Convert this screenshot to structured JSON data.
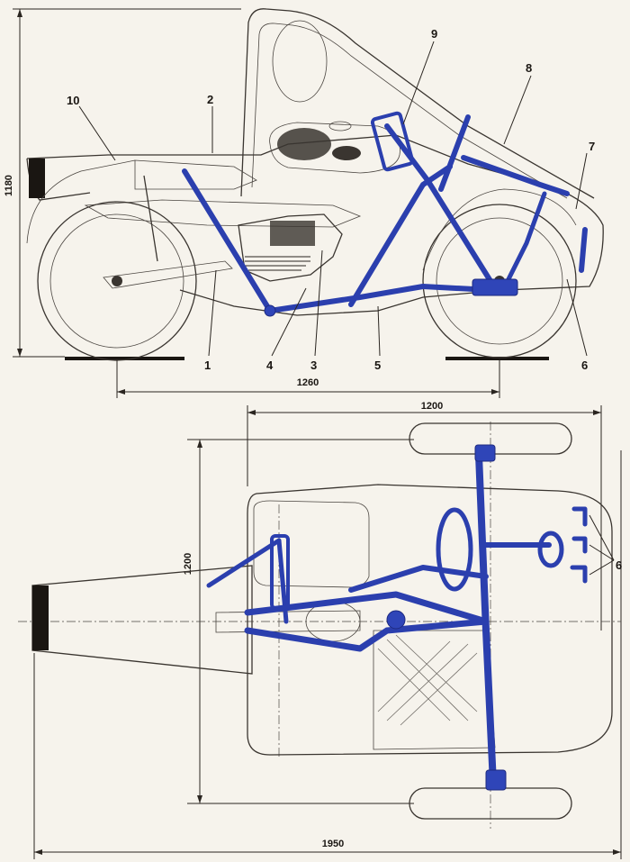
{
  "side_view": {
    "callouts": [
      "1",
      "2",
      "3",
      "4",
      "5",
      "6",
      "7",
      "8",
      "9",
      "10"
    ],
    "dim_height": "1180",
    "dim_wheelbase": "1260"
  },
  "top_view": {
    "dim_axle_track": "1200",
    "dim_width": "1200",
    "dim_length": "1950",
    "callout_pedals": "6"
  },
  "colors": {
    "frame": "#2b3fae",
    "line": "#3a3530",
    "paper": "#f6f3ec"
  }
}
